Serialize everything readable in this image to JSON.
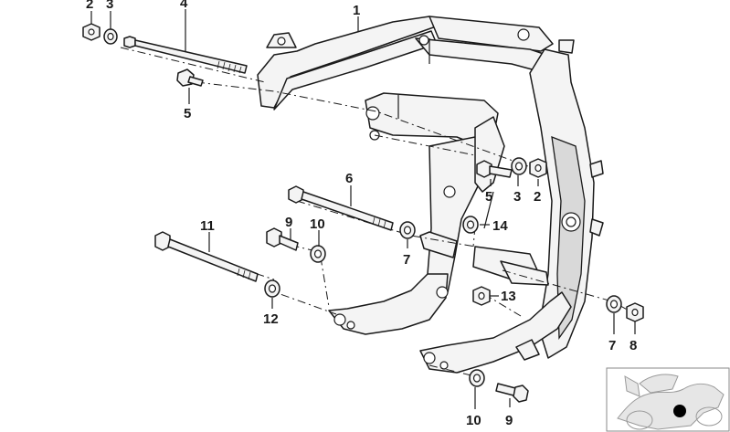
{
  "callouts": [
    {
      "id": "c2a",
      "text": "2"
    },
    {
      "id": "c3a",
      "text": "3"
    },
    {
      "id": "c4",
      "text": "4"
    },
    {
      "id": "c1",
      "text": "1"
    },
    {
      "id": "c5a",
      "text": "5"
    },
    {
      "id": "c6",
      "text": "6"
    },
    {
      "id": "c5b",
      "text": "5"
    },
    {
      "id": "c3b",
      "text": "3"
    },
    {
      "id": "c2b",
      "text": "2"
    },
    {
      "id": "c14",
      "text": "14"
    },
    {
      "id": "c11",
      "text": "11"
    },
    {
      "id": "c9a",
      "text": "9"
    },
    {
      "id": "c10a",
      "text": "10"
    },
    {
      "id": "c7a",
      "text": "7"
    },
    {
      "id": "c13",
      "text": "13"
    },
    {
      "id": "c12",
      "text": "12"
    },
    {
      "id": "c7b",
      "text": "7"
    },
    {
      "id": "c8",
      "text": "8"
    },
    {
      "id": "c10b",
      "text": "10"
    },
    {
      "id": "c9b",
      "text": "9"
    }
  ],
  "colors": {
    "line": "#1a1a1a",
    "part_fill": "#f4f4f4",
    "shade": "#d9d9d9",
    "marker": "#000000"
  },
  "thumbnail": {
    "icon": "motorcycle-locator-icon"
  }
}
